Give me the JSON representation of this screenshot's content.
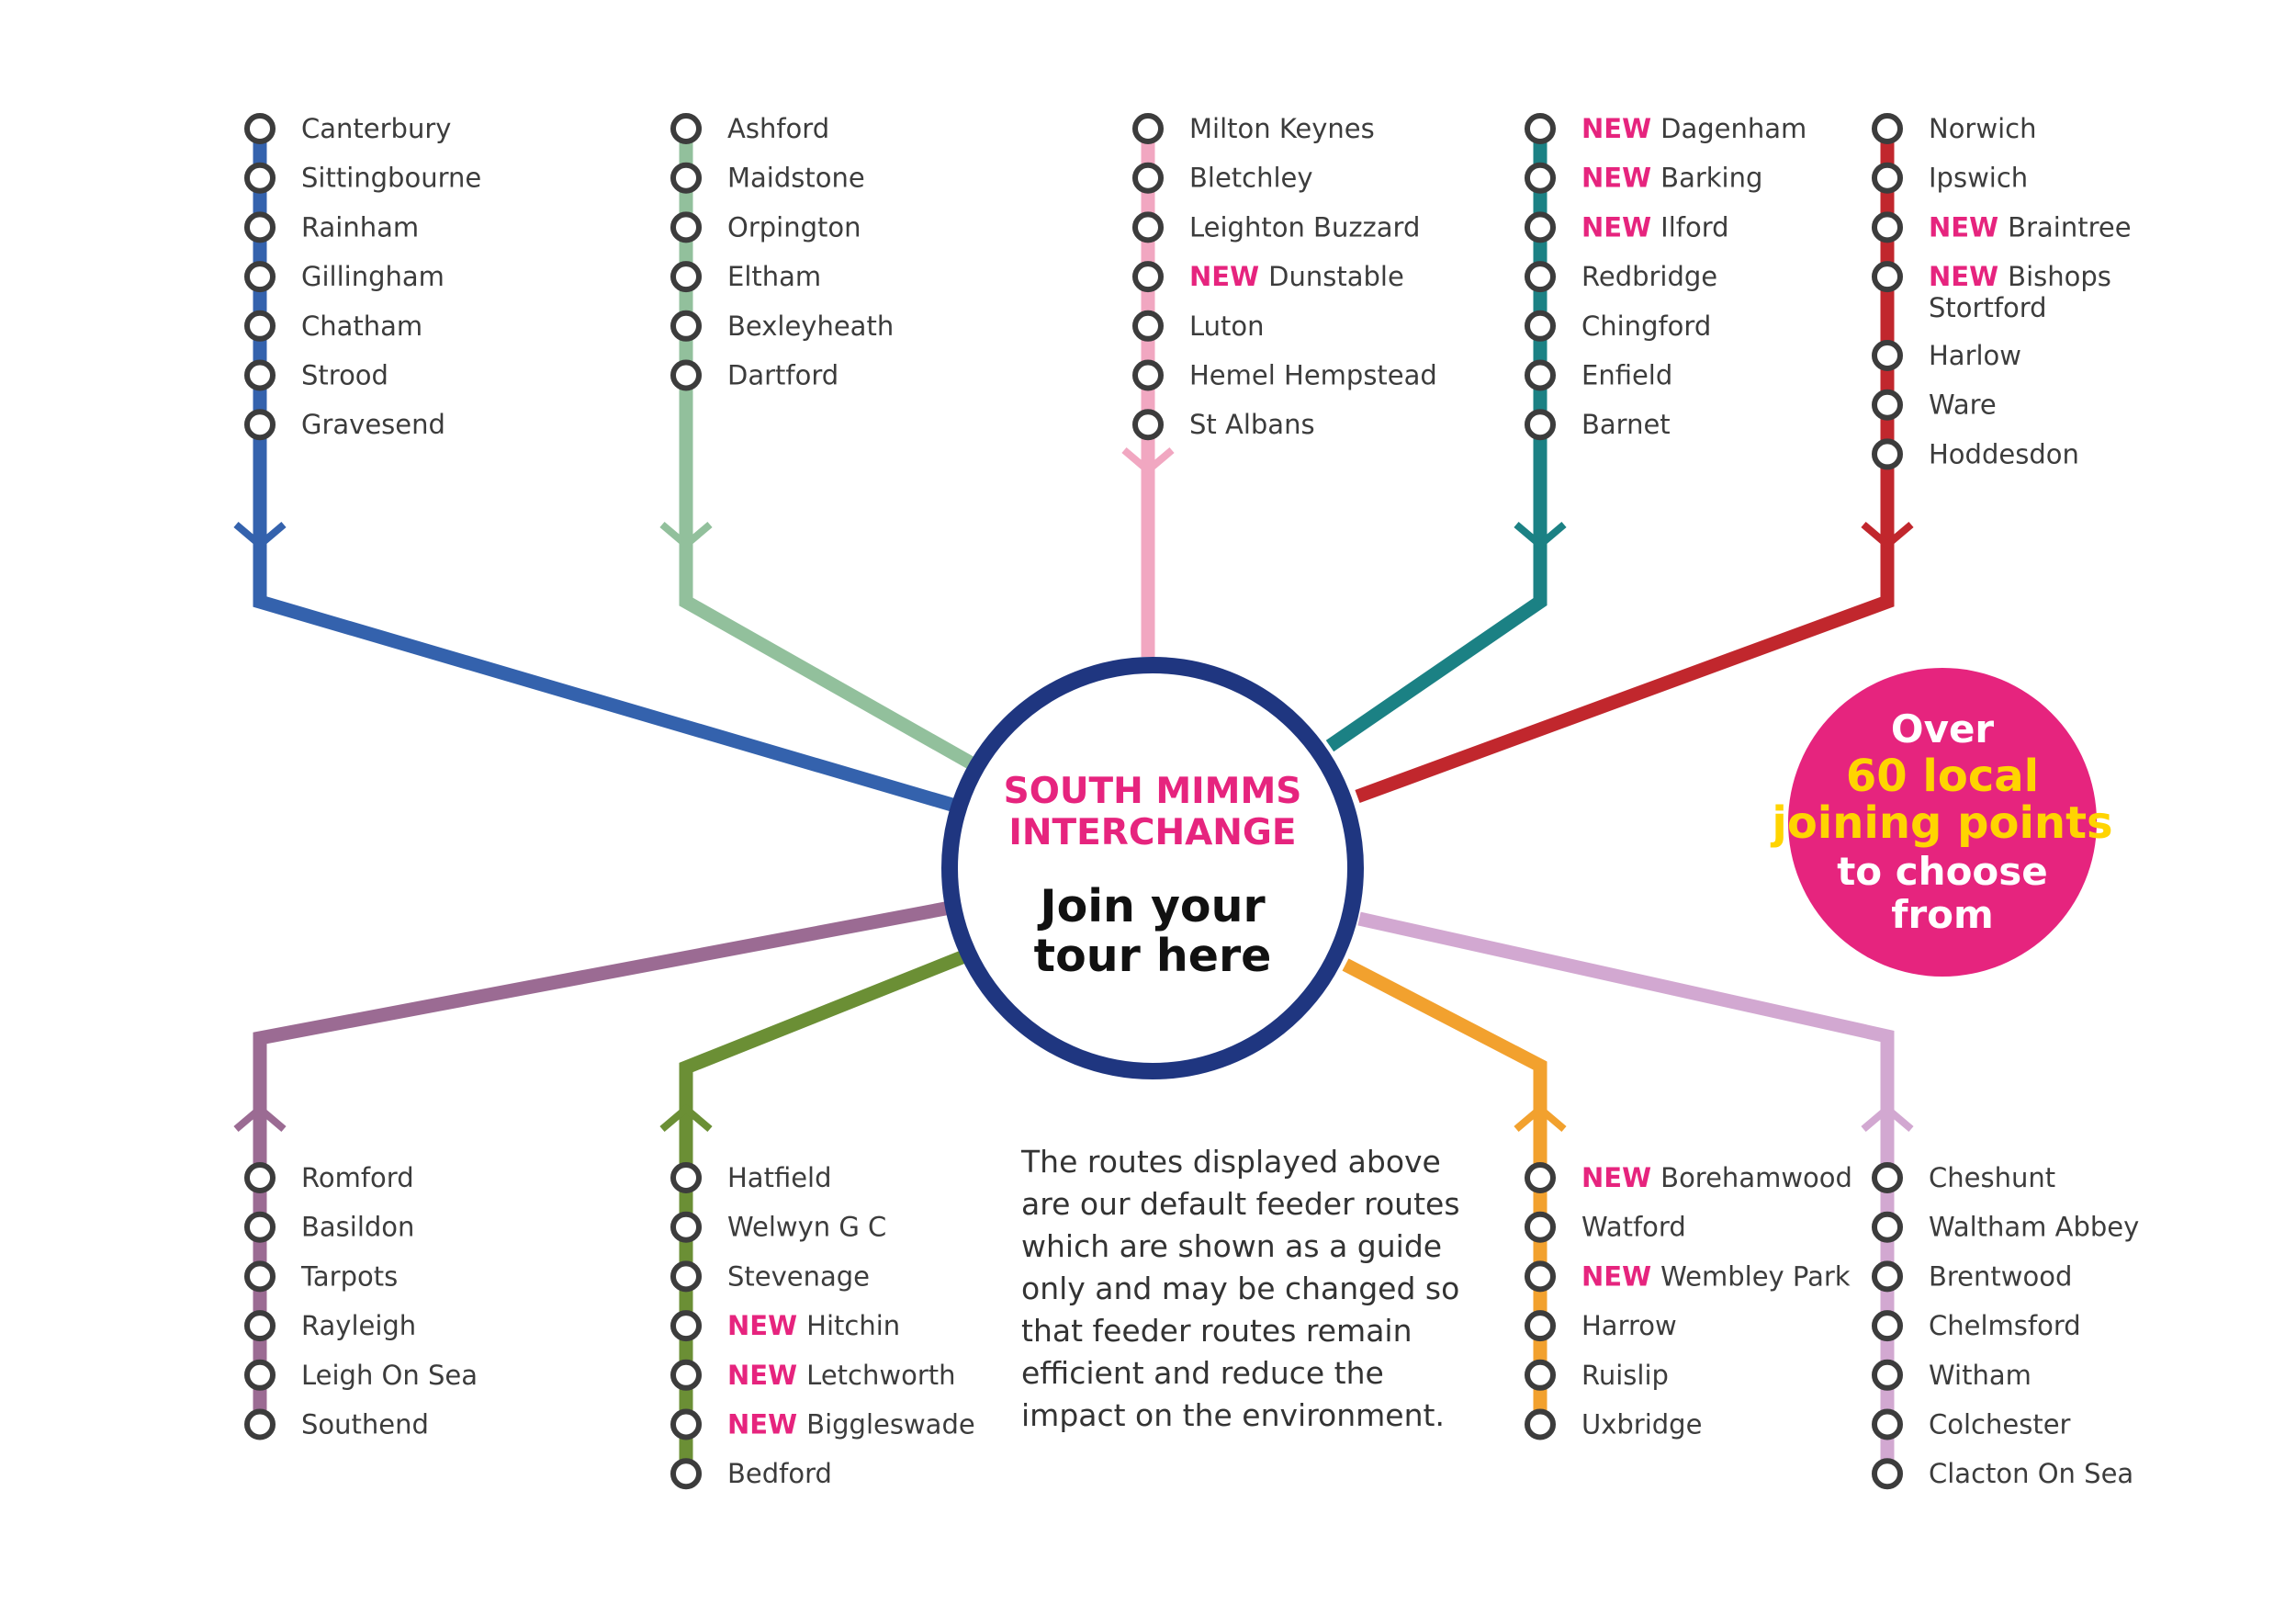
{
  "hub": {
    "title_line1": "SOUTH MIMMS",
    "title_line2": "INTERCHANGE",
    "join_line1": "Join your",
    "join_line2": "tour here",
    "ring_color": "#1f3680",
    "title_color": "#e6247e"
  },
  "new_label": "NEW",
  "routes": [
    {
      "color": "#3462ad",
      "stops": [
        {
          "name": "Canterbury"
        },
        {
          "name": "Sittingbourne"
        },
        {
          "name": "Rainham"
        },
        {
          "name": "Gillingham"
        },
        {
          "name": "Chatham"
        },
        {
          "name": "Strood"
        },
        {
          "name": "Gravesend"
        }
      ]
    },
    {
      "color": "#92c09c",
      "stops": [
        {
          "name": "Ashford"
        },
        {
          "name": "Maidstone"
        },
        {
          "name": "Orpington"
        },
        {
          "name": "Eltham"
        },
        {
          "name": "Bexleyheath"
        },
        {
          "name": "Dartford"
        }
      ]
    },
    {
      "color": "#f1a7c1",
      "stops": [
        {
          "name": "Milton Keynes"
        },
        {
          "name": "Bletchley"
        },
        {
          "name": "Leighton Buzzard"
        },
        {
          "name": "Dunstable",
          "new": true
        },
        {
          "name": "Luton"
        },
        {
          "name": "Hemel Hempstead"
        },
        {
          "name": "St Albans"
        }
      ]
    },
    {
      "color": "#1b8184",
      "stops": [
        {
          "name": "Dagenham",
          "new": true
        },
        {
          "name": "Barking",
          "new": true
        },
        {
          "name": "Ilford",
          "new": true
        },
        {
          "name": "Redbridge"
        },
        {
          "name": "Chingford"
        },
        {
          "name": "Enfield"
        },
        {
          "name": "Barnet"
        }
      ]
    },
    {
      "color": "#c1272d",
      "stops": [
        {
          "name": "Norwich"
        },
        {
          "name": "Ipswich"
        },
        {
          "name": "Braintree",
          "new": true
        },
        {
          "name": "Bishops",
          "line2": "Stortford",
          "new": true
        },
        {
          "name": "Harlow"
        },
        {
          "name": "Ware"
        },
        {
          "name": "Hoddesdon"
        }
      ]
    },
    {
      "color": "#9b6b93",
      "stops": [
        {
          "name": "Romford"
        },
        {
          "name": "Basildon"
        },
        {
          "name": "Tarpots"
        },
        {
          "name": "Rayleigh"
        },
        {
          "name": "Leigh On Sea"
        },
        {
          "name": "Southend"
        }
      ]
    },
    {
      "color": "#6b8f35",
      "stops": [
        {
          "name": "Hatfield"
        },
        {
          "name": "Welwyn G C"
        },
        {
          "name": "Stevenage"
        },
        {
          "name": "Hitchin",
          "new": true
        },
        {
          "name": "Letchworth",
          "new": true
        },
        {
          "name": "Biggleswade",
          "new": true
        },
        {
          "name": "Bedford"
        }
      ]
    },
    {
      "color": "#f2a12e",
      "stops": [
        {
          "name": "Borehamwood",
          "new": true
        },
        {
          "name": "Watford"
        },
        {
          "name": "Wembley Park",
          "new": true
        },
        {
          "name": "Harrow"
        },
        {
          "name": "Ruislip"
        },
        {
          "name": "Uxbridge"
        }
      ]
    },
    {
      "color": "#d2a8d1",
      "stops": [
        {
          "name": "Cheshunt"
        },
        {
          "name": "Waltham Abbey"
        },
        {
          "name": "Brentwood"
        },
        {
          "name": "Chelmsford"
        },
        {
          "name": "Witham"
        },
        {
          "name": "Colchester"
        },
        {
          "name": "Clacton On Sea"
        }
      ]
    }
  ],
  "note": {
    "lines": [
      "The routes displayed above",
      "are our default feeder routes",
      "which are shown as a guide",
      "only and may be changed so",
      "that feeder routes remain",
      "efficient and reduce the",
      "impact on the environment."
    ]
  },
  "badge": {
    "line1": "Over",
    "line2": "60 local",
    "line3": "joining points",
    "line4": "to choose",
    "line5": "from",
    "fill": "#e6247e",
    "highlight": "#ffd400"
  },
  "stop_ring_color": "#3c3c3c"
}
